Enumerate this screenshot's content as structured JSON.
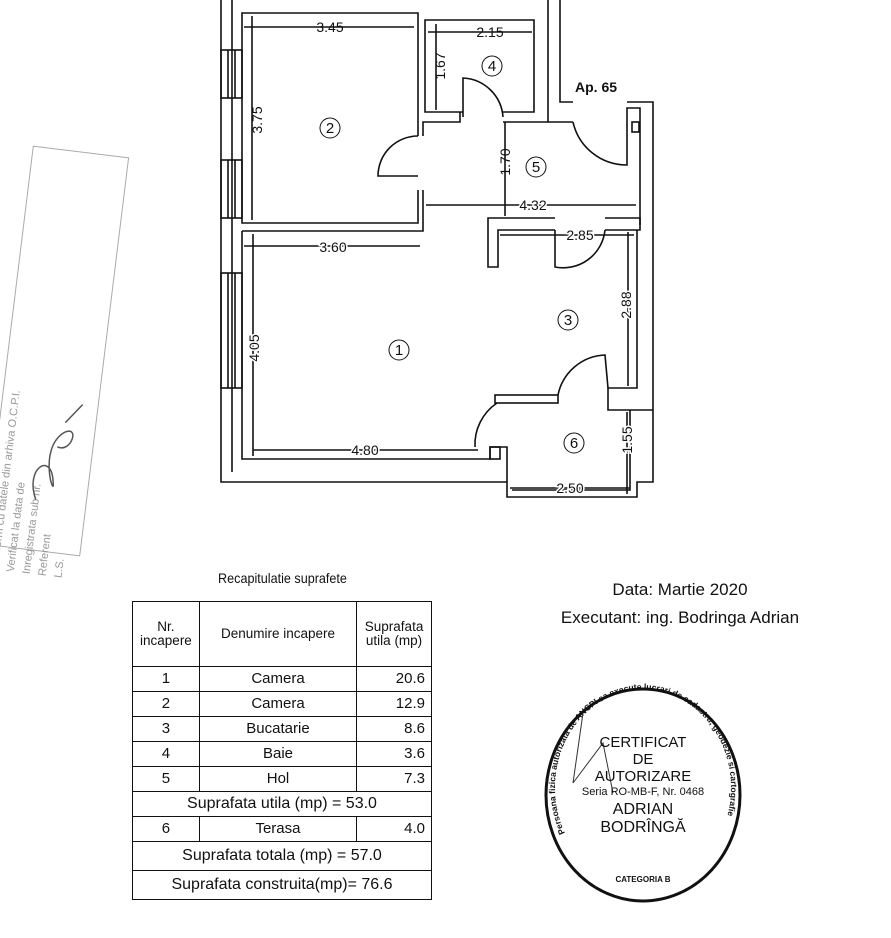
{
  "plan": {
    "apartment_label": "Ap. 65",
    "dimensions": {
      "room2_width": "3.45",
      "room2_height": "3.75",
      "room4_width": "2.15",
      "room4_height": "1.67",
      "hall_height": "1.70",
      "hall_width": "4.32",
      "kitchen_width": "2.85",
      "kitchen_height": "2.88",
      "room1_top": "3.60",
      "room1_height": "4.05",
      "room1_bottom": "4.80",
      "terrace_height": "1.55",
      "terrace_width": "2.50"
    },
    "room_numbers": [
      "1",
      "2",
      "3",
      "4",
      "5",
      "6"
    ]
  },
  "table": {
    "title": "Recapitulatie suprafete",
    "headers": [
      "Nr. incapere",
      "Denumire incapere",
      "Suprafata utila (mp)"
    ],
    "rows": [
      {
        "nr": "1",
        "name": "Camera",
        "area": "20.6"
      },
      {
        "nr": "2",
        "name": "Camera",
        "area": "12.9"
      },
      {
        "nr": "3",
        "name": "Bucatarie",
        "area": "8.6"
      },
      {
        "nr": "4",
        "name": "Baie",
        "area": "3.6"
      },
      {
        "nr": "5",
        "name": "Hol",
        "area": "7.3"
      }
    ],
    "util_total": "Suprafata utila (mp) = 53.0",
    "terrace": {
      "nr": "6",
      "name": "Terasa",
      "area": "4.0"
    },
    "total": "Suprafata totala (mp) = 57.0",
    "built": "Suprafata construita(mp)= 76.6"
  },
  "info": {
    "date": "Data: Martie 2020",
    "executant": "Executant: ing. Bodringa  Adrian"
  },
  "stamp": {
    "ring_top": "Persoana fizica autorizata de ANCPI sa execute lucrari de cadastru, geodezie si cartografie",
    "line1": "CERTIFICAT",
    "line2": "DE",
    "line3": "AUTORIZARE",
    "series": "Seria RO-MB-F, Nr. 0468",
    "name1": "ADRIAN",
    "name2": "BODRÎNGĂ",
    "category": "CATEGORIA B"
  },
  "side_stamp": {
    "lines": [
      "Conform cu datele din arhiva O.C.P.I.",
      "Verificat la data de",
      "Inregistrata sub nr.",
      "Referent",
      "L.S."
    ]
  }
}
